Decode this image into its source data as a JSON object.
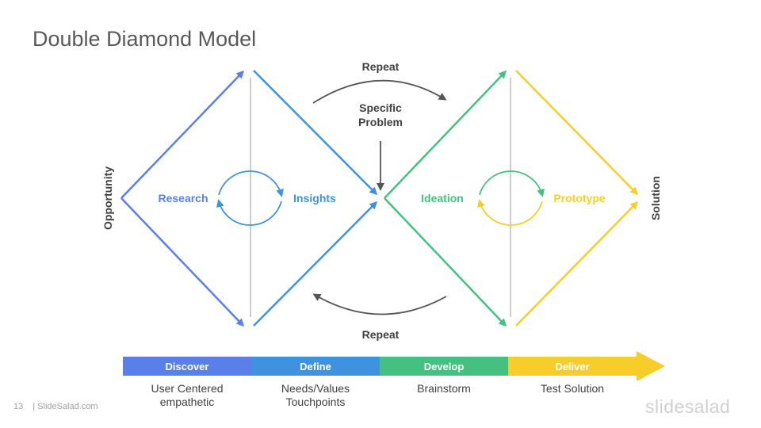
{
  "title": "Double Diamond Model",
  "labels": {
    "opportunity": "Opportunity",
    "solution": "Solution",
    "repeat_top": "Repeat",
    "repeat_bottom": "Repeat",
    "specific_problem_line1": "Specific",
    "specific_problem_line2": "Problem",
    "research": "Research",
    "insights": "Insights",
    "ideation": "Ideation",
    "prototype": "Prototype"
  },
  "phases": [
    {
      "label": "Discover",
      "desc_line1": "User Centered",
      "desc_line2": "empathetic",
      "color": "#5b7fe8"
    },
    {
      "label": "Define",
      "desc_line1": "Needs/Values",
      "desc_line2": "Touchpoints",
      "color": "#3f93de"
    },
    {
      "label": "Develop",
      "desc_line1": "Brainstorm",
      "desc_line2": "",
      "color": "#44c181"
    },
    {
      "label": "Deliver",
      "desc_line1": "Test Solution",
      "desc_line2": "",
      "color": "#f8cd2a"
    }
  ],
  "colors": {
    "research": "#5b7fe8",
    "insights": "#3f93de",
    "ideation": "#44c181",
    "prototype": "#f8cd2a",
    "text_dark": "#404040"
  },
  "footer": {
    "page_number": "13",
    "site": "| SlideSalad.com",
    "logo": "slidesalad"
  }
}
